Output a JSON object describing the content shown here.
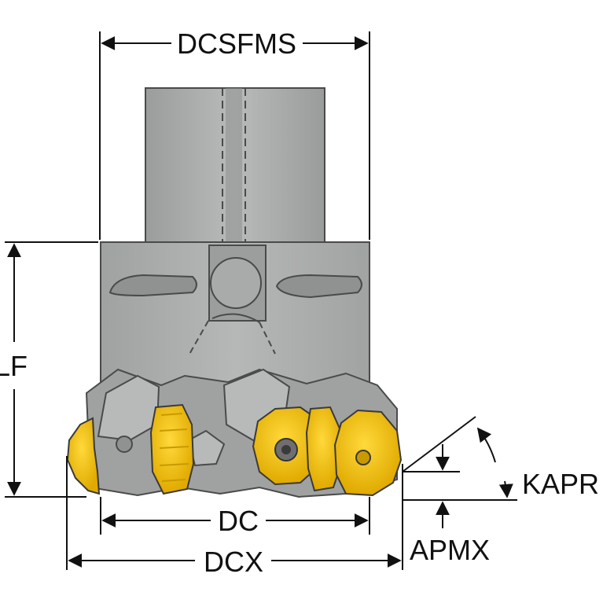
{
  "labels": {
    "dcsfms": "DCSFMS",
    "lf": "LF",
    "dc": "DC",
    "dcx": "DCX",
    "kapr": "KAPR",
    "apmx": "APMX"
  },
  "colors": {
    "body_gray": "#a9acab",
    "body_gray_dark": "#8e9190",
    "body_gray_light": "#c3c6c5",
    "insert_yellow": "#f4c400",
    "insert_yellow_dark": "#c99a00",
    "outline": "#3a3a3a",
    "dimension_line": "#111111"
  }
}
